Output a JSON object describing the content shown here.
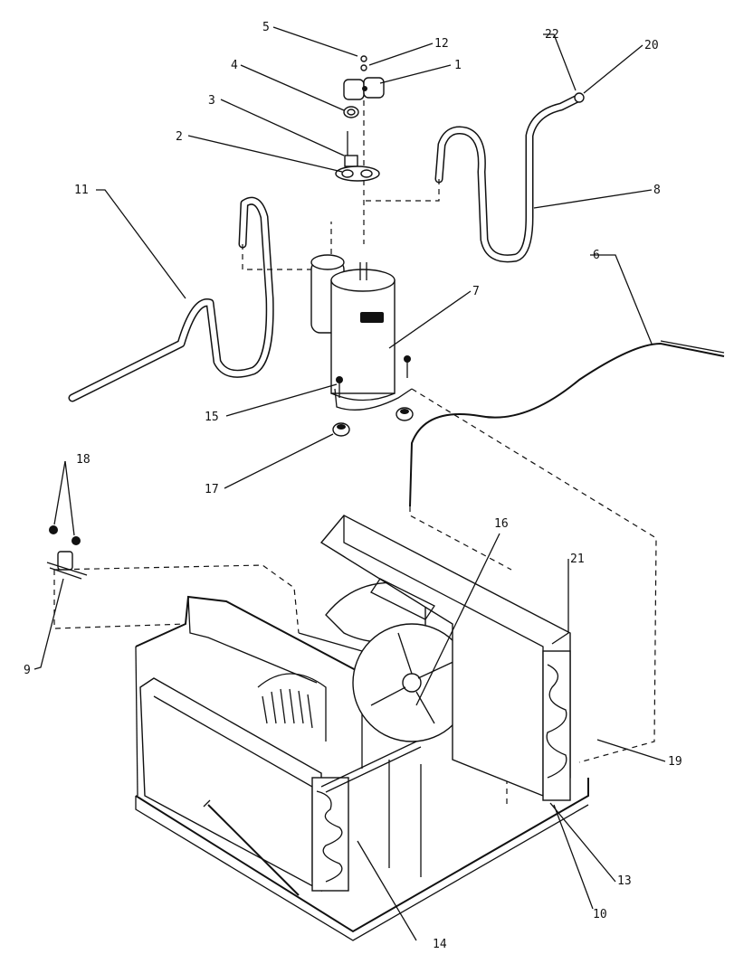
{
  "diagram": {
    "callouts": [
      {
        "id": "c1",
        "label": "1"
      },
      {
        "id": "c2",
        "label": "2"
      },
      {
        "id": "c3",
        "label": "3"
      },
      {
        "id": "c4",
        "label": "4"
      },
      {
        "id": "c5",
        "label": "5"
      },
      {
        "id": "c6",
        "label": "6"
      },
      {
        "id": "c7",
        "label": "7"
      },
      {
        "id": "c8",
        "label": "8"
      },
      {
        "id": "c9",
        "label": "9"
      },
      {
        "id": "c10",
        "label": "10"
      },
      {
        "id": "c11",
        "label": "11"
      },
      {
        "id": "c12",
        "label": "12"
      },
      {
        "id": "c13",
        "label": "13"
      },
      {
        "id": "c14",
        "label": "14"
      },
      {
        "id": "c15",
        "label": "15"
      },
      {
        "id": "c16",
        "label": "16"
      },
      {
        "id": "c17",
        "label": "17"
      },
      {
        "id": "c18",
        "label": "18"
      },
      {
        "id": "c19",
        "label": "19"
      },
      {
        "id": "c20",
        "label": "20"
      },
      {
        "id": "c21",
        "label": "21"
      },
      {
        "id": "c22",
        "label": "22"
      }
    ]
  },
  "colors": {
    "ink": "#111111",
    "paper": "#ffffff"
  }
}
